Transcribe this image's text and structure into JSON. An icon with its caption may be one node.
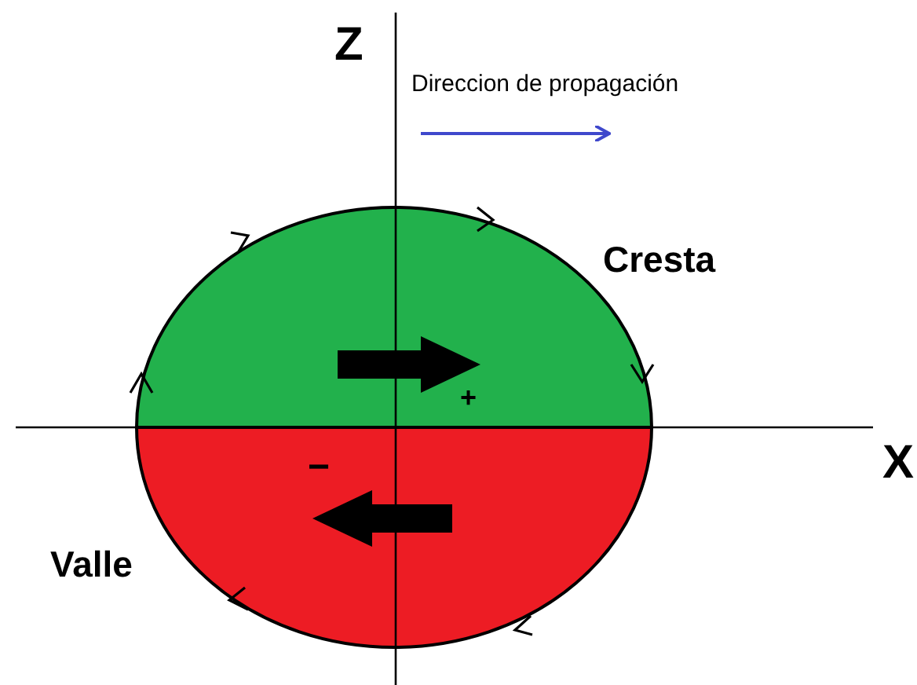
{
  "diagram": {
    "labels": [
      "Z",
      "Direccion de propagación",
      "Cresta",
      "+",
      "X",
      "−",
      "Valle"
    ]
  }
}
